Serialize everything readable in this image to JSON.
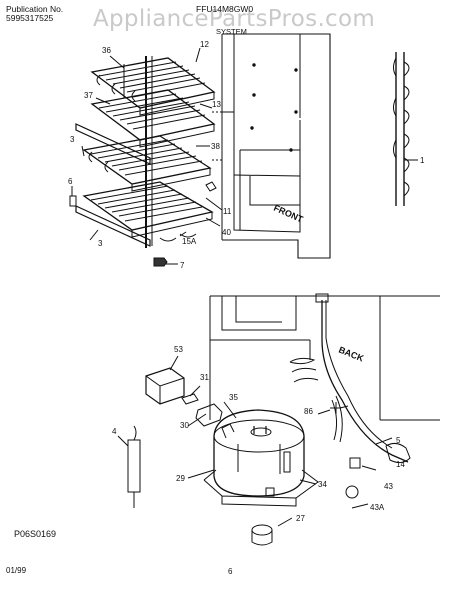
{
  "header": {
    "publication_label": "Publication No.",
    "publication_number": "5995317525",
    "model": "FFU14M8GW0",
    "section": "SYSTEM"
  },
  "watermark": "AppliancePartsPros.com",
  "diagram_labels": {
    "front": "FRONT",
    "back": "BACK"
  },
  "callouts": {
    "c36": "36",
    "c12": "12",
    "c37": "37",
    "c13": "13",
    "c3a": "3",
    "c38": "38",
    "c6": "6",
    "c11": "11",
    "c40": "40",
    "c15a": "15A",
    "c3b": "3",
    "c7": "7",
    "c1": "1",
    "c53": "53",
    "c31": "31",
    "c35": "35",
    "c30": "30",
    "c4": "4",
    "c29": "29",
    "c34": "34",
    "c27": "27",
    "c86": "86",
    "c5": "5",
    "c14": "14",
    "c43": "43",
    "c43a": "43A"
  },
  "footer": {
    "figure_code": "P06S0169",
    "date": "01/99",
    "page": "6"
  }
}
